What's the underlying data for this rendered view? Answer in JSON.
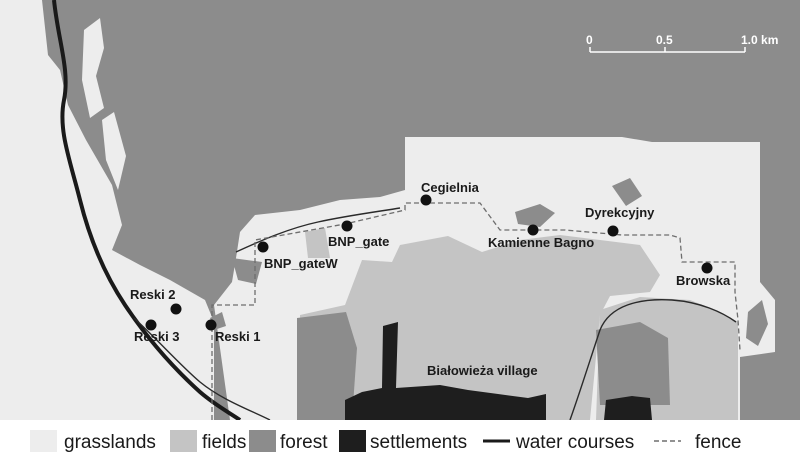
{
  "colors": {
    "forest": "#8c8c8c",
    "grasslands": "#ededed",
    "fields": "#c4c4c4",
    "settlements": "#1e1e1e",
    "water": "#1a1a1a",
    "fence": "#6e6e6e",
    "legend_bg": "#ffffff"
  },
  "map": {
    "village_label": "Białowieża village"
  },
  "sites": [
    {
      "name": "Cegielnia"
    },
    {
      "name": "BNP_gate"
    },
    {
      "name": "BNP_gateW"
    },
    {
      "name": "Kamienne Bagno"
    },
    {
      "name": "Dyrekcyjny"
    },
    {
      "name": "Browska"
    },
    {
      "name": "Reski 2"
    },
    {
      "name": "Reski 3"
    },
    {
      "name": "Reski 1"
    }
  ],
  "scale_bar": {
    "labels": [
      "0",
      "0.5",
      "1.0 km"
    ]
  },
  "legend": {
    "items": [
      {
        "label": "grasslands",
        "symbol": "grasslands"
      },
      {
        "label": "fields",
        "symbol": "fields"
      },
      {
        "label": "forest",
        "symbol": "forest"
      },
      {
        "label": "settlements",
        "symbol": "settlements"
      },
      {
        "label": "water courses",
        "symbol": "water"
      },
      {
        "label": "fence",
        "symbol": "fence"
      }
    ]
  }
}
